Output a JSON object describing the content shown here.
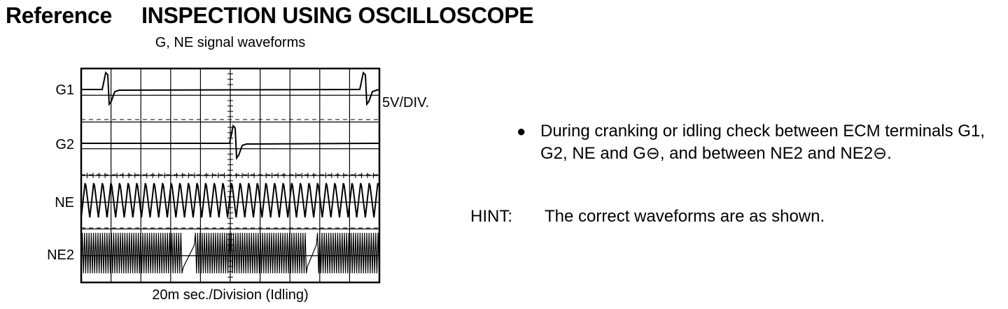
{
  "heading": {
    "reference": "Reference",
    "title": "INSPECTION USING OSCILLOSCOPE"
  },
  "oscilloscope": {
    "title": "G, NE signal waveforms",
    "traces": [
      "G1",
      "G2",
      "NE",
      "NE2"
    ],
    "voltage_scale": "5V/DIV.",
    "time_base": "20m sec./Division (Idling)"
  },
  "instructions": {
    "bullet": "During cranking or idling check between ECM terminals G1, G2, NE and G⊖, and between NE2 and NE2⊖.",
    "hint_label": "HINT:",
    "hint_text": "The correct waveforms are as shown."
  }
}
